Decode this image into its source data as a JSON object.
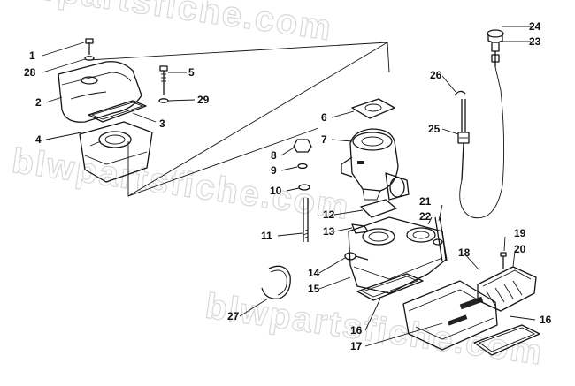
{
  "watermark": {
    "text": "blwpartsfiche.com"
  },
  "callouts": [
    {
      "id": "c1",
      "num": "1"
    },
    {
      "id": "c28",
      "num": "28"
    },
    {
      "id": "c2",
      "num": "2"
    },
    {
      "id": "c3",
      "num": "3"
    },
    {
      "id": "c4",
      "num": "4"
    },
    {
      "id": "c5",
      "num": "5"
    },
    {
      "id": "c29",
      "num": "29"
    },
    {
      "id": "c6",
      "num": "6"
    },
    {
      "id": "c7",
      "num": "7"
    },
    {
      "id": "c8",
      "num": "8"
    },
    {
      "id": "c9",
      "num": "9"
    },
    {
      "id": "c10",
      "num": "10"
    },
    {
      "id": "c11",
      "num": "11"
    },
    {
      "id": "c12",
      "num": "12"
    },
    {
      "id": "c13",
      "num": "13"
    },
    {
      "id": "c14",
      "num": "14"
    },
    {
      "id": "c15",
      "num": "15"
    },
    {
      "id": "c16a",
      "num": "16"
    },
    {
      "id": "c16b",
      "num": "16"
    },
    {
      "id": "c17",
      "num": "17"
    },
    {
      "id": "c18",
      "num": "18"
    },
    {
      "id": "c19",
      "num": "19"
    },
    {
      "id": "c20",
      "num": "20"
    },
    {
      "id": "c21",
      "num": "21"
    },
    {
      "id": "c22",
      "num": "22"
    },
    {
      "id": "c23",
      "num": "23"
    },
    {
      "id": "c24",
      "num": "24"
    },
    {
      "id": "c25",
      "num": "25"
    },
    {
      "id": "c26",
      "num": "26"
    },
    {
      "id": "c27",
      "num": "27"
    }
  ]
}
